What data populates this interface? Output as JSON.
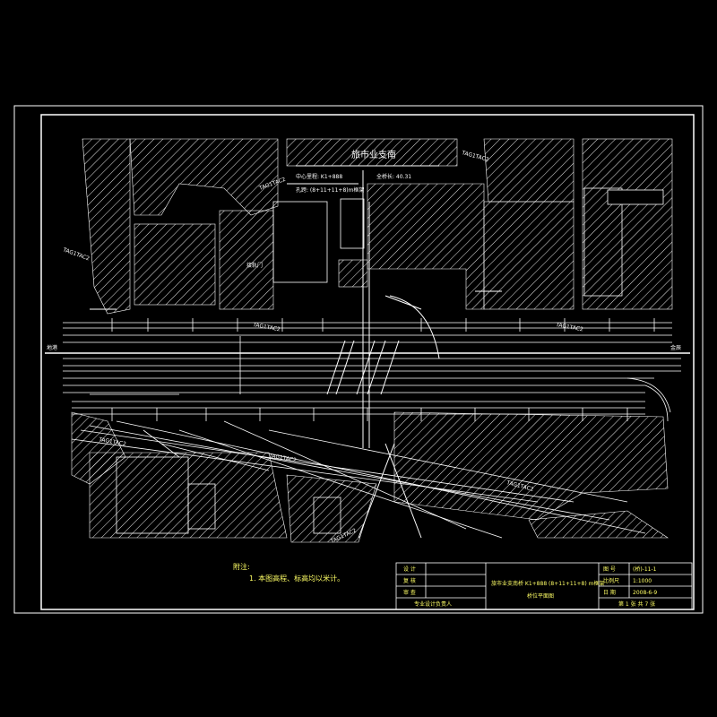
{
  "drawing": {
    "station_title": "旅市业支南",
    "top_labels": {
      "center_stake": "中心里程: K1+888",
      "full_length": "全桥长: 40.31",
      "span": "孔跨: (8+11+11+8)m框架",
      "north_note": "接轨门",
      "direction_left": "地港",
      "direction_right": "金辰"
    },
    "track_tags": [
      "TAG1TAC2",
      "TAG1TAC2",
      "TAG1TAC2",
      "TAG1TAC2",
      "TAG1TAC2",
      "TAG1TAC2",
      "TAG1TAC2",
      "TAG1TAC2",
      "TAG1TAC2"
    ],
    "notes": {
      "heading": "附注:",
      "line1": "1. 本图高程、标高均以米计。"
    },
    "title_block": {
      "design": "设 计",
      "review": "复 核",
      "approve": "审 查",
      "chief": "专业设计负责人",
      "project_line1": "旅市业支南桥 K1+888 (8+11+11+8) m框架",
      "project_line2": "桥位平面图",
      "drawing_no_label": "图 号",
      "drawing_no": "(桥)-11-1",
      "scale_label": "比例尺",
      "scale": "1:1000",
      "date_label": "日 期",
      "date": "2008-6-9",
      "sheet": "第 1 张 共 7 张"
    }
  }
}
